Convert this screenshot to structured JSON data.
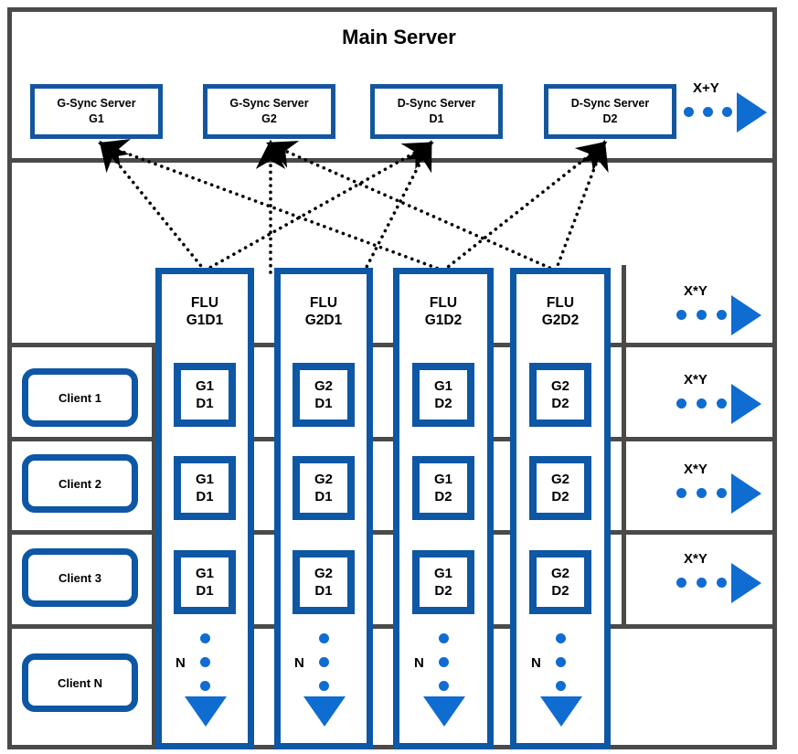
{
  "diagram": {
    "title": "Main Server",
    "colors": {
      "box_border_blue": "#0d57a4",
      "server_border_blue": "#14569e",
      "arrow_blue": "#0f6cd0",
      "frame_gray": "#4a4a4a",
      "background": "#ffffff",
      "text": "#000000"
    }
  },
  "sync_servers": [
    {
      "type": "G-Sync Server",
      "id": "G1",
      "label": "G-Sync Server\nG1"
    },
    {
      "type": "G-Sync Server",
      "id": "G2",
      "label": "G-Sync Server\nG2"
    },
    {
      "type": "D-Sync Server",
      "id": "D1",
      "label": "D-Sync Server\nD1"
    },
    {
      "type": "D-Sync Server",
      "id": "D2",
      "label": "D-Sync Server\nD2"
    }
  ],
  "server_flow": {
    "label": "X+Y",
    "dots": 3,
    "direction": "right"
  },
  "flu_columns": [
    {
      "title": "FLU\nG1D1",
      "name": "FLU G1D1",
      "units": [
        {
          "top": "G1",
          "bottom": "D1"
        },
        {
          "top": "G1",
          "bottom": "D1"
        },
        {
          "top": "G1",
          "bottom": "D1"
        }
      ],
      "continuation": {
        "label": "N",
        "dots": 3,
        "direction": "down"
      }
    },
    {
      "title": "FLU\nG2D1",
      "name": "FLU G2D1",
      "units": [
        {
          "top": "G2",
          "bottom": "D1"
        },
        {
          "top": "G2",
          "bottom": "D1"
        },
        {
          "top": "G2",
          "bottom": "D1"
        }
      ],
      "continuation": {
        "label": "N",
        "dots": 3,
        "direction": "down"
      }
    },
    {
      "title": "FLU\nG1D2",
      "name": "FLU G1D2",
      "units": [
        {
          "top": "G1",
          "bottom": "D2"
        },
        {
          "top": "G1",
          "bottom": "D2"
        },
        {
          "top": "G1",
          "bottom": "D2"
        }
      ],
      "continuation": {
        "label": "N",
        "dots": 3,
        "direction": "down"
      }
    },
    {
      "title": "FLU\nG2D2",
      "name": "FLU G2D2",
      "units": [
        {
          "top": "G2",
          "bottom": "D2"
        },
        {
          "top": "G2",
          "bottom": "D2"
        },
        {
          "top": "G2",
          "bottom": "D2"
        }
      ],
      "continuation": {
        "label": "N",
        "dots": 3,
        "direction": "down"
      }
    }
  ],
  "clients": [
    {
      "label": "Client 1"
    },
    {
      "label": "Client 2"
    },
    {
      "label": "Client 3"
    },
    {
      "label": "Client N"
    }
  ],
  "client_flows": [
    {
      "label": "X*Y",
      "dots": 3,
      "direction": "right"
    },
    {
      "label": "X*Y",
      "dots": 3,
      "direction": "right"
    },
    {
      "label": "X*Y",
      "dots": 3,
      "direction": "right"
    },
    {
      "label": "X*Y",
      "dots": 3,
      "direction": "right"
    }
  ],
  "connections": [
    {
      "from": "FLU G1D1",
      "to": "G-Sync Server G1"
    },
    {
      "from": "FLU G1D1",
      "to": "D-Sync Server D1"
    },
    {
      "from": "FLU G2D1",
      "to": "G-Sync Server G2"
    },
    {
      "from": "FLU G2D1",
      "to": "D-Sync Server D1"
    },
    {
      "from": "FLU G1D2",
      "to": "G-Sync Server G1"
    },
    {
      "from": "FLU G1D2",
      "to": "D-Sync Server D2"
    },
    {
      "from": "FLU G2D2",
      "to": "G-Sync Server G2"
    },
    {
      "from": "FLU G2D2",
      "to": "D-Sync Server D2"
    }
  ]
}
